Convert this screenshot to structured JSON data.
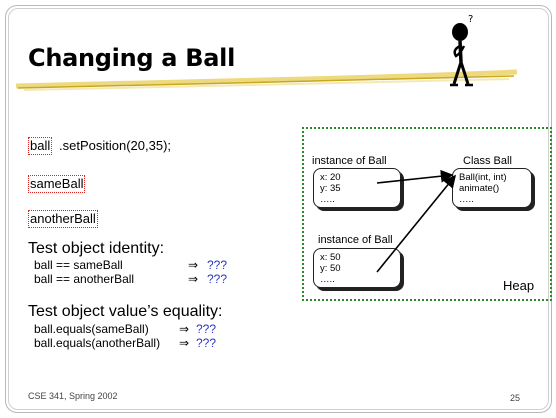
{
  "title": "Changing a Ball",
  "code": {
    "ball_token": "ball",
    "set_position": ".setPosition(20,35);",
    "same_ball": "sameBall",
    "another_ball": "anotherBall"
  },
  "identity": {
    "heading": "Test object identity:",
    "rows": [
      {
        "expr": "ball == sameBall",
        "arrow": "⇒",
        "result": "???"
      },
      {
        "expr": "ball == anotherBall",
        "arrow": "⇒",
        "result": "???"
      }
    ]
  },
  "equality": {
    "heading": "Test object value’s equality:",
    "rows": [
      {
        "expr": "ball.equals(sameBall)",
        "arrow": "⇒",
        "result": "???"
      },
      {
        "expr": "ball.equals(anotherBall)",
        "arrow": "⇒",
        "result": "???"
      }
    ]
  },
  "heap": {
    "label": "Heap",
    "instance1": {
      "label": "instance of Ball",
      "lines": [
        "x: 20",
        "y: 35",
        "….."
      ]
    },
    "instance2": {
      "label": "instance of Ball",
      "lines": [
        "x: 50",
        "y: 50",
        "….."
      ]
    },
    "class_ball": {
      "label": "Class Ball",
      "lines": [
        "Ball(int, int)",
        "animate()",
        "….."
      ]
    }
  },
  "footer": {
    "course": "CSE 341, Spring 2002",
    "page": "25"
  },
  "colors": {
    "code_box_border": "#dd2222",
    "result_text": "#2a35c8",
    "heap_border": "#2a8a2a"
  },
  "icons": {
    "figure": "thinking-stick-figure-icon"
  }
}
